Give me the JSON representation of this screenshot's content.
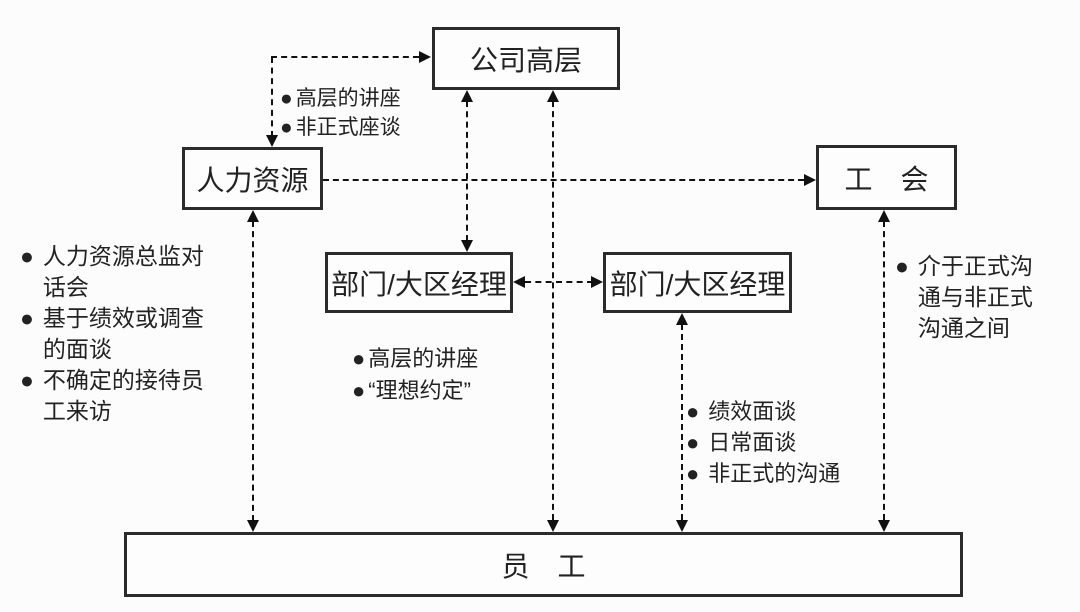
{
  "diagram": {
    "bullet": "●",
    "colors": {
      "background": "#fcfcfc",
      "box_border": "#2b2b2b",
      "line": "#111111",
      "text": "#222222"
    },
    "nodes": {
      "top_management": {
        "label": "公司高层"
      },
      "hr": {
        "label": "人力资源"
      },
      "union": {
        "label": "工　会"
      },
      "manager_left": {
        "label": "部门/大区经理"
      },
      "manager_right": {
        "label": "部门/大区经理"
      },
      "employees": {
        "label": "员　工"
      }
    },
    "annotations": {
      "hr_top": {
        "items": [
          "高层的讲座",
          "非正式座谈"
        ]
      },
      "hr_employees": {
        "items": [
          "人力资源总监对话会",
          "基于绩效或调查的面谈",
          "不确定的接待员工来访"
        ]
      },
      "top_managers": {
        "items": [
          "高层的讲座",
          "“理想约定”"
        ]
      },
      "managers_employees": {
        "items": [
          "绩效面谈",
          "日常面谈",
          "非正式的沟通"
        ]
      },
      "union_employees": {
        "items": [
          "介于正式沟通与非正式沟通之间"
        ]
      }
    }
  }
}
